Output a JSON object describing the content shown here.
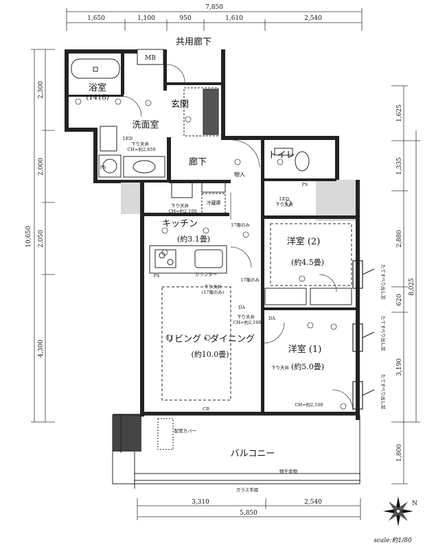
{
  "dimensions": {
    "top_total": "7,850",
    "top_segments": [
      "1,650",
      "1,100",
      "950",
      "1,610",
      "2,540"
    ],
    "left_total": "10,650",
    "left_segments": [
      "2,300",
      "2,000",
      "2,050",
      "4,300"
    ],
    "right_total": "8,025",
    "right_segments": [
      "1,625",
      "1,335",
      "2,880",
      "620",
      "3,190",
      "1,800"
    ],
    "bottom_segments": [
      "3,310",
      "2,540"
    ],
    "bottom_total": "5,850"
  },
  "labels": {
    "corridor_common": "共用廊下",
    "mb": "MB",
    "bath": "浴室",
    "bath_size": "(1418)",
    "entrance": "玄関",
    "washroom": "洗面室",
    "hallway": "廊下",
    "toilet": "トイレ",
    "storage": "物入",
    "kitchen": "キッチン",
    "kitchen_size": "(約3.1畳)",
    "western2": "洋室 (2)",
    "western2_size": "(約4.5畳)",
    "living": "リビング・ダイニング",
    "living_size": "(約10.0畳)",
    "western1": "洋室 (1)",
    "western1_size": "(約5.0畳)",
    "balcony": "バルコニー",
    "pipe_cover": "配管カバー",
    "laundry_hanger": "物干金物",
    "glass_railing": "ガラス手摺",
    "scale": "scale:約1/80",
    "ps": "PS",
    "led": "LED",
    "window_note": "たてすべり出し窓",
    "floor17": "17階のみ",
    "ceiling_down": "下り天井",
    "counter": "カウンター",
    "fridge": "冷蔵庫",
    "ceiling_h_2100": "CH=約2,100",
    "ceiling_h_2850": "CH=約2,850",
    "ceiling_h_floor17": "(17階のみ)",
    "da": "DA",
    "cb": "CB",
    "compass_n": "N"
  }
}
